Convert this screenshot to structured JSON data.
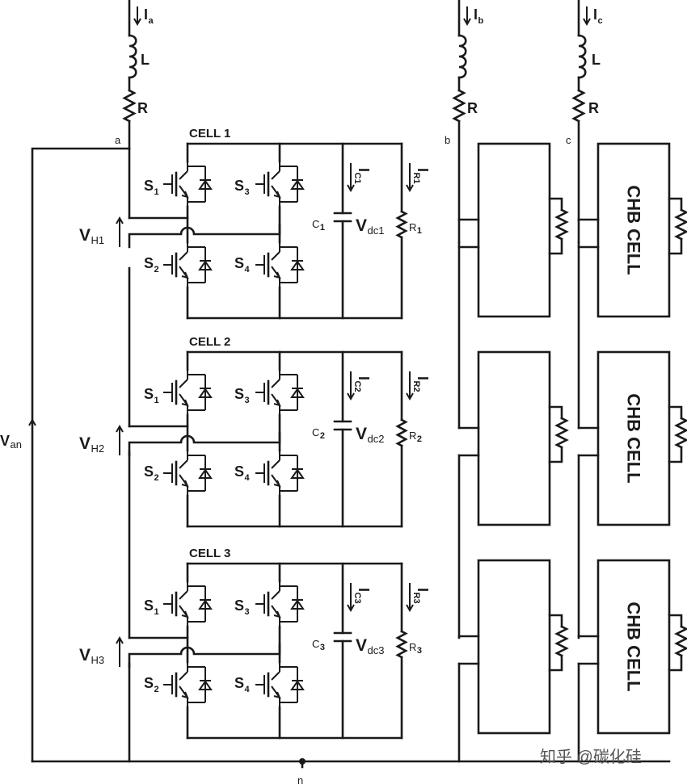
{
  "phases": [
    {
      "current_main": "I",
      "current_sub": "a",
      "inductor": "L",
      "resistor": "R",
      "node": "a"
    },
    {
      "current_main": "I",
      "current_sub": "b",
      "inductor": "",
      "resistor": "R",
      "node": "b"
    },
    {
      "current_main": "I",
      "current_sub": "c",
      "inductor": "L",
      "resistor": "R",
      "node": "c"
    }
  ],
  "cells": [
    {
      "title": "CELL 1",
      "vh_main": "V",
      "vh_sub": "H1",
      "cap": "C",
      "cap_sub": "1",
      "vdc_main": "V",
      "vdc_sub": "dc1",
      "ic_main": "I",
      "ic_sub": "C1",
      "ir_main": "I",
      "ir_sub": "R1",
      "res": "R",
      "res_sub": "1"
    },
    {
      "title": "CELL 2",
      "vh_main": "V",
      "vh_sub": "H2",
      "cap": "C",
      "cap_sub": "2",
      "vdc_main": "V",
      "vdc_sub": "dc2",
      "ic_main": "I",
      "ic_sub": "C2",
      "ir_main": "I",
      "ir_sub": "R2",
      "res": "R",
      "res_sub": "2"
    },
    {
      "title": "CELL 3",
      "vh_main": "V",
      "vh_sub": "H3",
      "cap": "C",
      "cap_sub": "3",
      "vdc_main": "V",
      "vdc_sub": "dc3",
      "ic_main": "I",
      "ic_sub": "C3",
      "ir_main": "I",
      "ir_sub": "R3",
      "res": "R",
      "res_sub": "3"
    }
  ],
  "switch_main": "S",
  "switch_subs": [
    "1",
    "3",
    "2",
    "4"
  ],
  "van_main": "V",
  "van_sub": "an",
  "neutral": "n",
  "chb_label": "CHB CELL",
  "watermark": "知乎 @碳化硅",
  "colors": {
    "line": "#1a1a1a",
    "background": "#ffffff"
  }
}
